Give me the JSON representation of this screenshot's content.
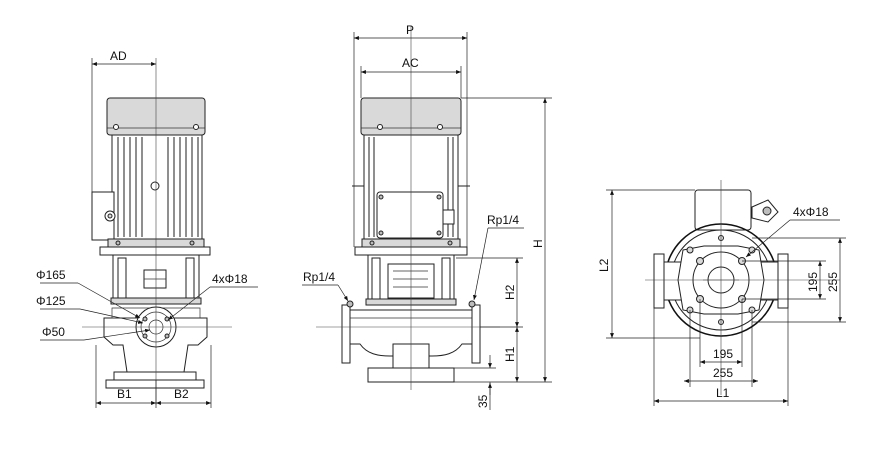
{
  "views": {
    "left": {
      "labels": {
        "ad": "AD",
        "phi165": "Φ165",
        "phi125": "Φ125",
        "phi50": "Φ50",
        "holes": "4xΦ18",
        "b1": "B1",
        "b2": "B2"
      }
    },
    "middle": {
      "labels": {
        "p": "P",
        "ac": "AC",
        "h": "H",
        "h1": "H1",
        "h2": "H2",
        "dim35": "35",
        "rp_left": "Rp1/4",
        "rp_right": "Rp1/4"
      }
    },
    "right": {
      "labels": {
        "holes": "4xΦ18",
        "l2": "L2",
        "l1": "L1",
        "h195": "195",
        "h255": "255",
        "v195": "195",
        "v255": "255"
      }
    }
  }
}
